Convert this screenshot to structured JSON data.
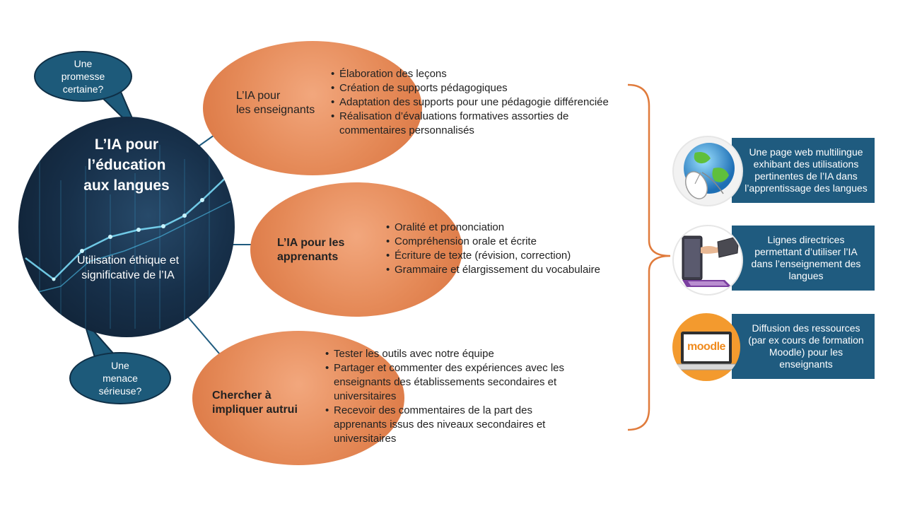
{
  "center": {
    "title_lines": [
      "L’IA pour",
      "l’éducation",
      "aux langues"
    ],
    "subtitle_lines": [
      "Utilisation éthique et",
      "significative de l’IA"
    ]
  },
  "bubbles": {
    "top": [
      "Une",
      "promesse",
      "certaine?"
    ],
    "bottom": [
      "Une",
      "menace",
      "sérieuse?"
    ]
  },
  "ovals": [
    {
      "label_lines": [
        "L’IA pour",
        "les enseignants"
      ],
      "bullets": [
        "Élaboration des leçons",
        "Création de supports pédagogiques",
        "Adaptation des supports pour une pédagogie différenciée",
        "Réalisation d’évaluations formatives assorties de commentaires personnalisés"
      ]
    },
    {
      "label_lines": [
        "L’IA pour les",
        "apprenants"
      ],
      "bullets": [
        "Oralité et prononciation",
        "Compréhension orale et écrite",
        "Écriture de texte (révision, correction)",
        "Grammaire et élargissement du vocabulaire"
      ]
    },
    {
      "label_lines": [
        "Chercher à",
        "impliquer autrui"
      ],
      "bullets": [
        "Tester les outils avec notre équipe",
        "Partager et commenter des expériences avec les enseignants des établissements secondaires et universitaires",
        "Recevoir des commentaires de la part des apprenants issus des niveaux secondaires et universitaires"
      ]
    }
  ],
  "outputs": [
    {
      "icon": "globe-mouse-icon",
      "text": "Une page web multilingue exhibant des utilisations pertinentes de l’IA dans l’apprentissage des langues"
    },
    {
      "icon": "hand-laptop-icon",
      "text": "Lignes directrices permettant d’utiliser l’IA dans l’enseignement des langues"
    },
    {
      "icon": "moodle-laptop-icon",
      "text": "Diffusion des ressources (par ex cours de formation Moodle) pour les enseignants"
    }
  ],
  "moodle_logo_text": "moodle",
  "colors": {
    "navy": "#17304a",
    "bubble": "#1d5a7a",
    "orange": "#e58a58",
    "brace": "#e07b3c",
    "box": "#1f5b7f"
  }
}
